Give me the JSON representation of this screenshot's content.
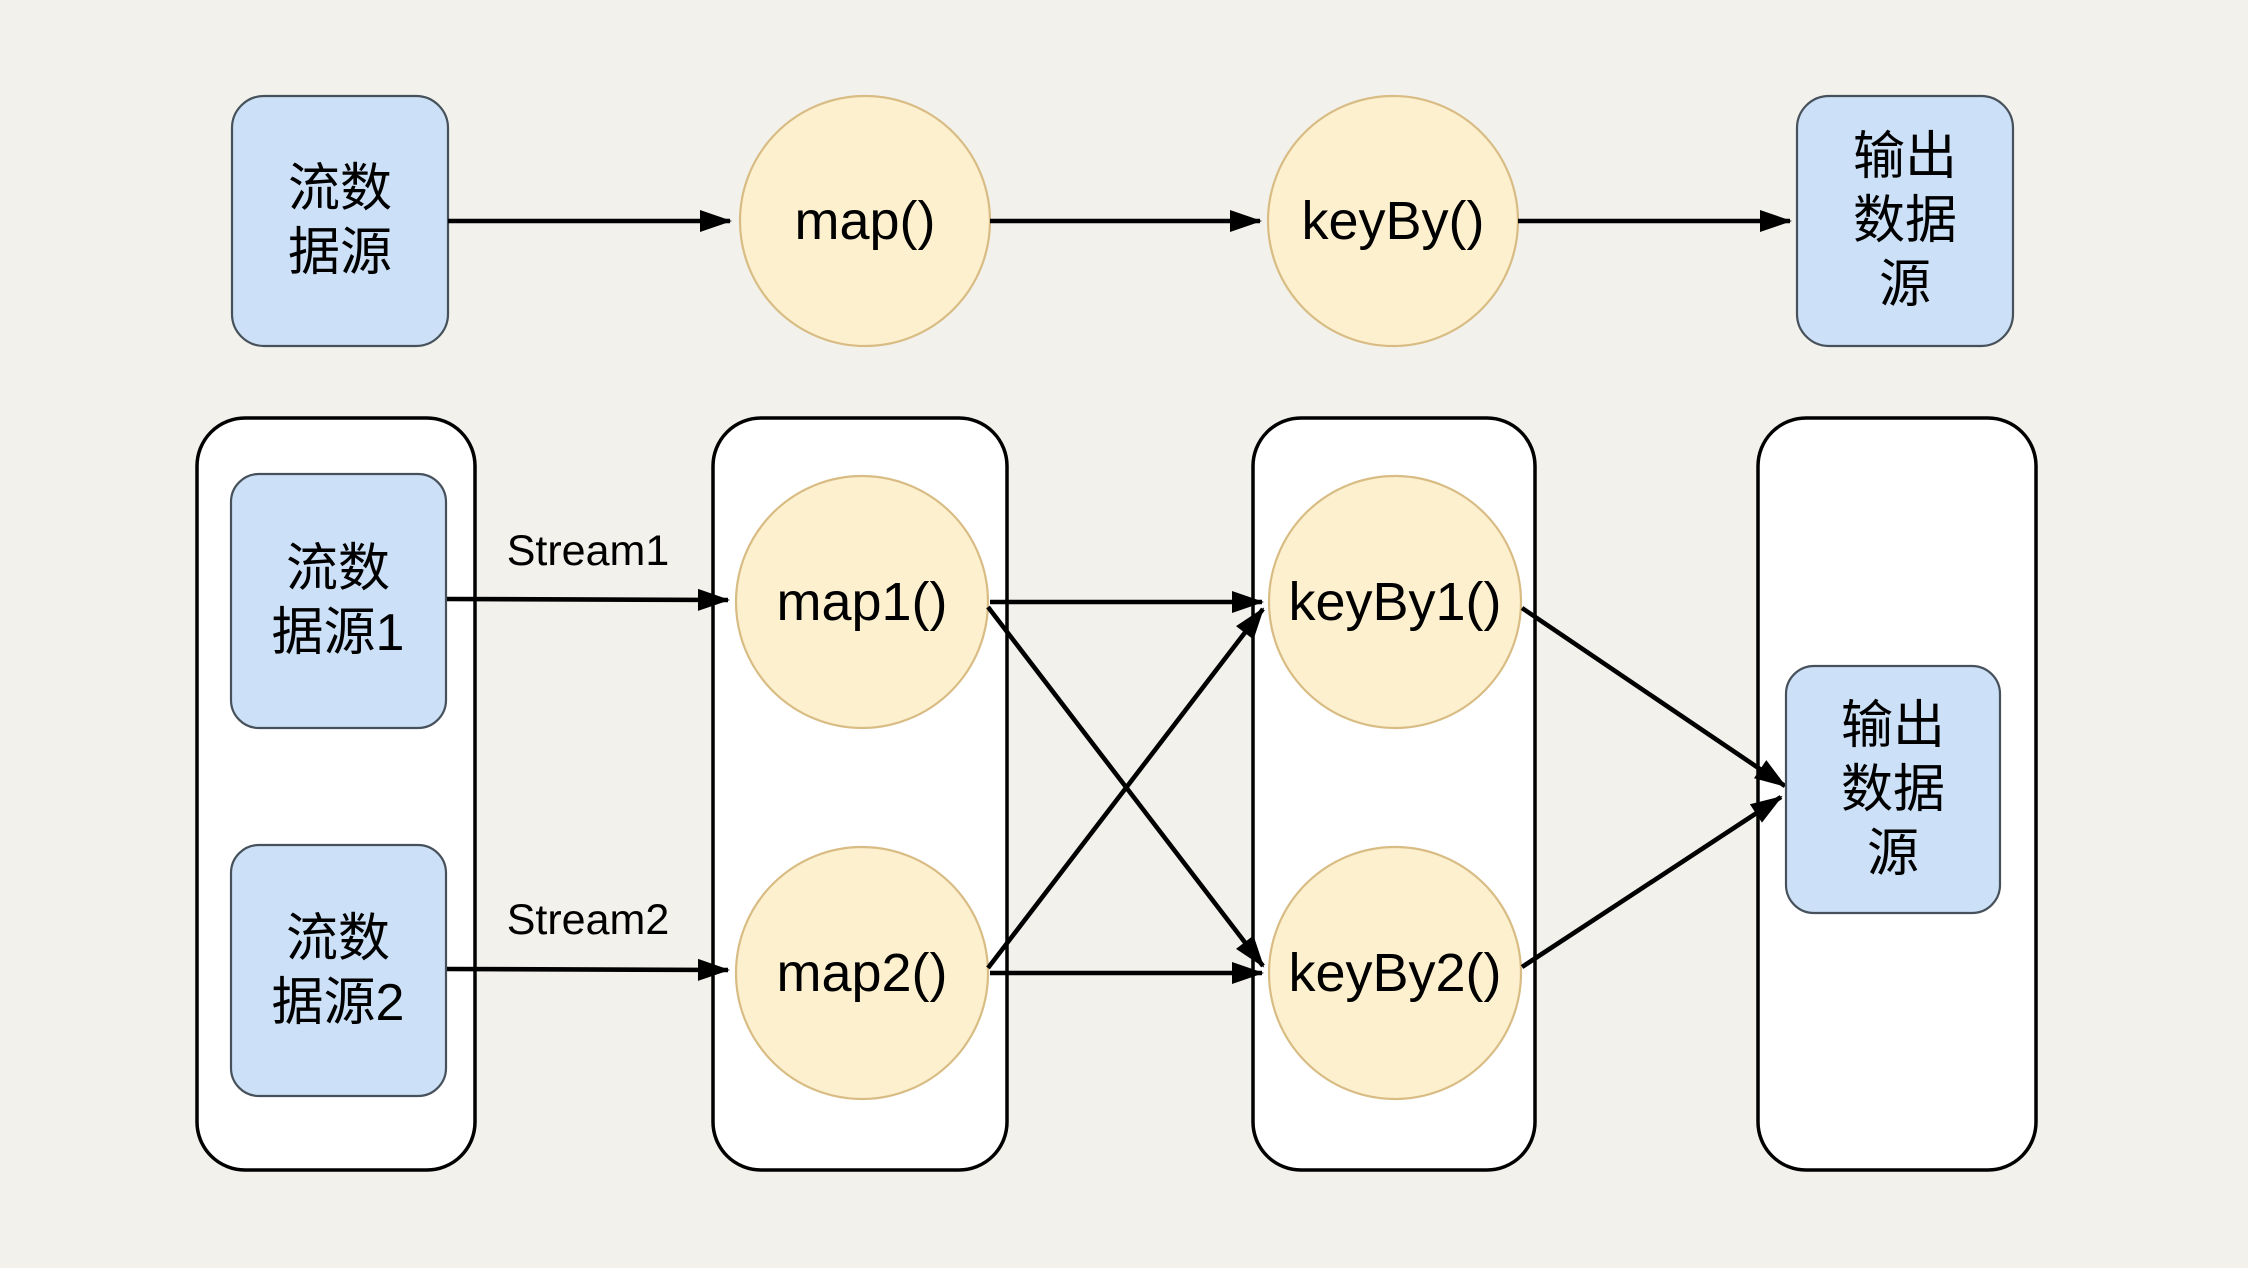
{
  "colors": {
    "background": "#F2F1EB",
    "node_fill": "#CCE1F7",
    "node_border": "#47515B",
    "operator_fill": "#FCF0CE",
    "operator_border": "#D8BC84",
    "container_fill": "#FFFFFF",
    "container_border": "#000000",
    "arrow": "#000000",
    "text": "#000000"
  },
  "top_flow": {
    "source": {
      "lines": [
        "流数",
        "据源"
      ]
    },
    "map_label": "map()",
    "keyby_label": "keyBy()",
    "sink": {
      "lines": [
        "输出",
        "数据",
        "源"
      ]
    }
  },
  "bottom_flow": {
    "sources": [
      {
        "lines": [
          "流数",
          "据源1"
        ]
      },
      {
        "lines": [
          "流数",
          "据源2"
        ]
      }
    ],
    "stream_labels": [
      "Stream1",
      "Stream2"
    ],
    "map_labels": [
      "map1()",
      "map2()"
    ],
    "keyby_labels": [
      "keyBy1()",
      "keyBy2()"
    ],
    "sink": {
      "lines": [
        "输出",
        "数据",
        "源"
      ]
    }
  }
}
